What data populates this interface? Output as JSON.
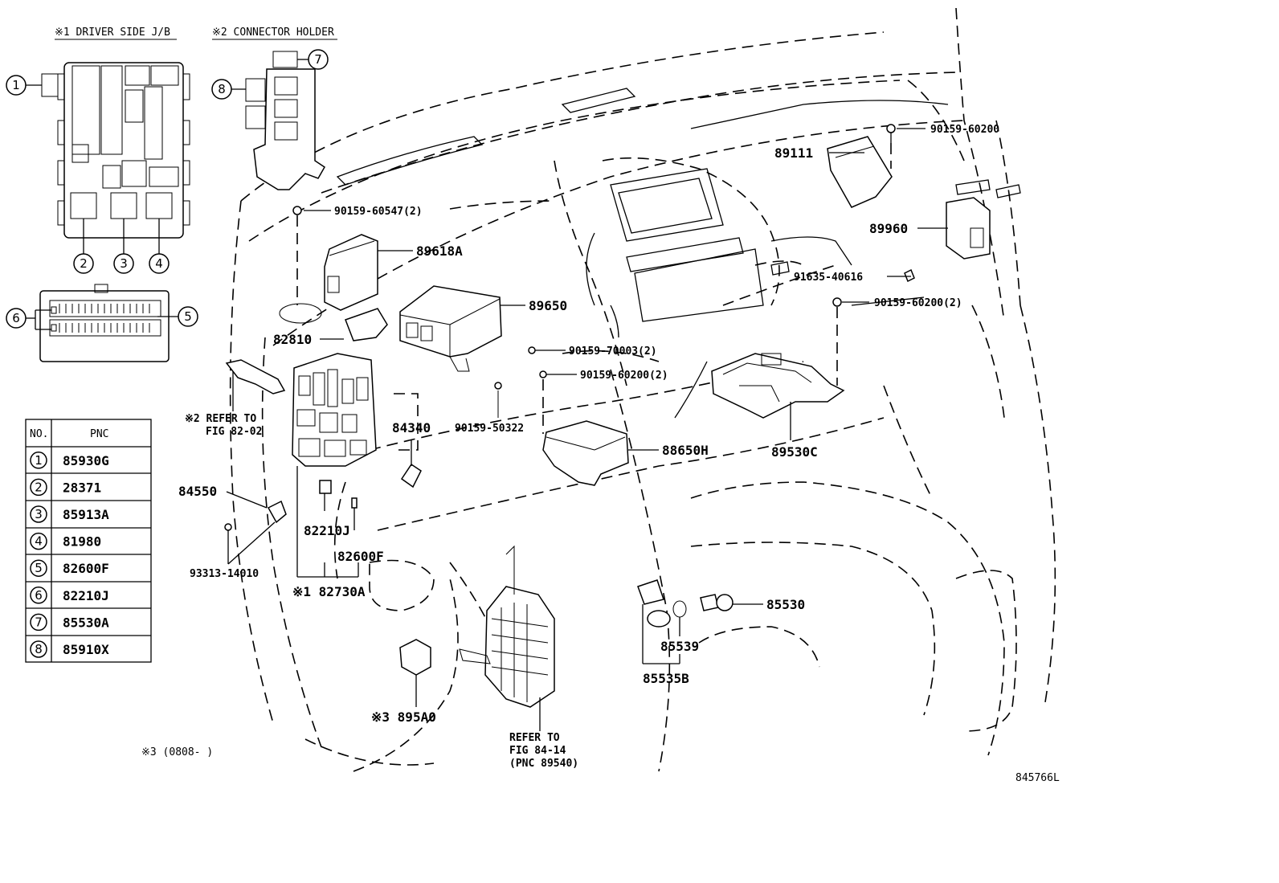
{
  "diagram_id": "845766L",
  "insets": {
    "driver_jb_title": "※1 DRIVER SIDE J/B",
    "connector_holder_title": "※2 CONNECTOR HOLDER"
  },
  "inset_numbers": [
    "1",
    "2",
    "3",
    "4",
    "5",
    "6",
    "7",
    "8"
  ],
  "table": {
    "header_no": "NO.",
    "header_pnc": "PNC",
    "rows": [
      {
        "no": "1",
        "pnc": "85930G"
      },
      {
        "no": "2",
        "pnc": "28371"
      },
      {
        "no": "3",
        "pnc": "85913A"
      },
      {
        "no": "4",
        "pnc": "81980"
      },
      {
        "no": "5",
        "pnc": "82600F"
      },
      {
        "no": "6",
        "pnc": "82210J"
      },
      {
        "no": "7",
        "pnc": "85530A"
      },
      {
        "no": "8",
        "pnc": "85910X"
      }
    ]
  },
  "callouts": {
    "p90159_60200_top": "90159-60200",
    "p89111": "89111",
    "p89960": "89960",
    "p91635_40616": "91635-40616",
    "p90159_60200_2_right": "90159-60200(2)",
    "p90159_60547": "90159-60547(2)",
    "p89618A": "89618A",
    "p89650": "89650",
    "p82810": "82810",
    "p90159_70003": "90159-70003(2)",
    "p90159_60200_2_mid": "90159-60200(2)",
    "ref_8202_a": "※2 REFER TO",
    "ref_8202_b": "FIG 82-02",
    "p84340": "84340",
    "p90159_50322": "90159-50322",
    "p88650H": "88650H",
    "p89530C": "89530C",
    "p84550": "84550",
    "p82210J": "82210J",
    "p82600F": "82600F",
    "p93313_14010": "93313-14010",
    "p82730A": "※1 82730A",
    "p85530": "85530",
    "p85539": "85539",
    "p85535B": "85535B",
    "p895A0": "※3 895A0",
    "ref_8414_a": "REFER TO",
    "ref_8414_b": "FIG 84-14",
    "ref_8414_c": "(PNC 89540)",
    "footnote": "※3 (0808-     )"
  }
}
